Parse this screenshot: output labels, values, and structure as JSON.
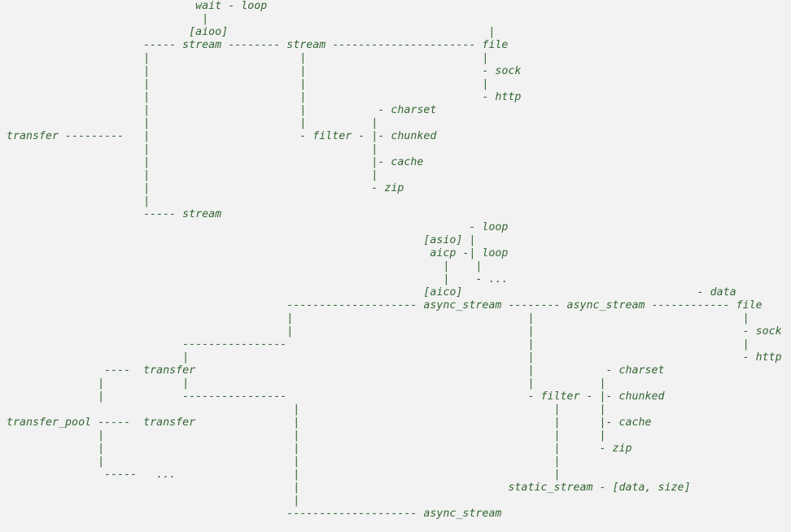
{
  "colors": {
    "background": "#f2f2f2",
    "text": "#336633"
  },
  "diagram": {
    "lines": [
      "                              wait - loop",
      "                               |",
      "                             [aioo]                                        |",
      "                      ----- stream -------- stream ---------------------- file",
      "                      |                       |                           |",
      "                      |                       |                           - sock",
      "                      |                       |                           |",
      "                      |                       |                           - http",
      "                      |                       |           - charset",
      "                      |                       |          |",
      " transfer ---------   |                       - filter - |- chunked",
      "                      |                                  |",
      "                      |                                  |- cache",
      "                      |                                  |",
      "                      |                                  - zip",
      "                      |",
      "                      ----- stream",
      "                                                                        - loop",
      "                                                                 [asio] |",
      "                                                                  aicp -| loop",
      "                                                                    |    |",
      "                                                                    |    - ...",
      "                                                                 [aico]                                    - data",
      "                                            -------------------- async_stream -------- async_stream ------------ file",
      "                                            |                                    |                                |",
      "                                            |                                    |                                - sock",
      "                            ----------------                                     |                                |",
      "                            |                                                    |                                - http",
      "                ----  transfer                                                   |           - charset",
      "               |            |                                                    |          |",
      "               |            ----------------                                     - filter - |- chunked",
      "                                             |                                       |      |",
      " transfer_pool -----  transfer               |                                       |      |- cache",
      "               |                             |                                       |      |",
      "               |                             |                                       |      - zip",
      "               |                             |                                       |",
      "                -----   ...                  |                                       |",
      "                                             |                                static_stream - [data, size]",
      "                                             |",
      "                                            -------------------- async_stream"
    ]
  }
}
